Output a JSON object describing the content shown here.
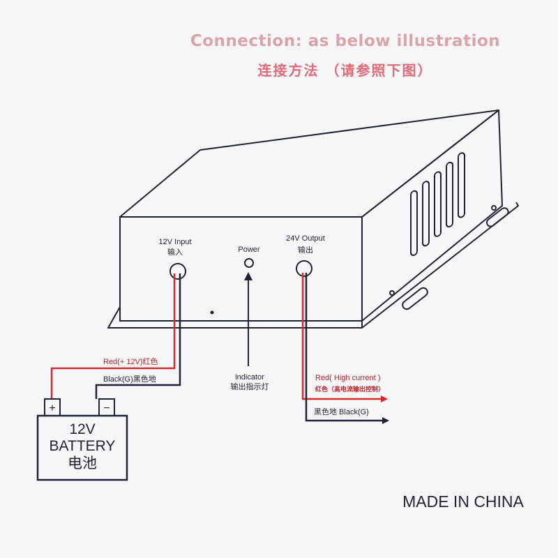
{
  "heading": {
    "english": "Connection: as below illustration",
    "chinese": "连接方法  （请参照下图）"
  },
  "device": {
    "input": {
      "label": "12V Input",
      "label_cn": "输入"
    },
    "power": {
      "label": "Power"
    },
    "output": {
      "label": "24V Output",
      "label_cn": "输出"
    }
  },
  "indicator": {
    "label": "indicator",
    "label_cn": "输出指示灯"
  },
  "wires": {
    "input_red": "Red(+ 12V)红色",
    "input_black": "Black(G)黑色地",
    "output_red": "Red( High current )",
    "output_red_cn": "红色（高电流输出控制）",
    "output_black": "黑色地 Black(G)"
  },
  "battery": {
    "line1": "12V",
    "line2": "BATTERY",
    "line3": "电池",
    "plus": "+",
    "minus": "−"
  },
  "footer": {
    "made_in": "MADE IN CHINA"
  },
  "colors": {
    "outline": "#1e2233",
    "wire_red": "#d42a2f",
    "heading_en": "#d9a3a8",
    "heading_cn": "#e06a78"
  }
}
